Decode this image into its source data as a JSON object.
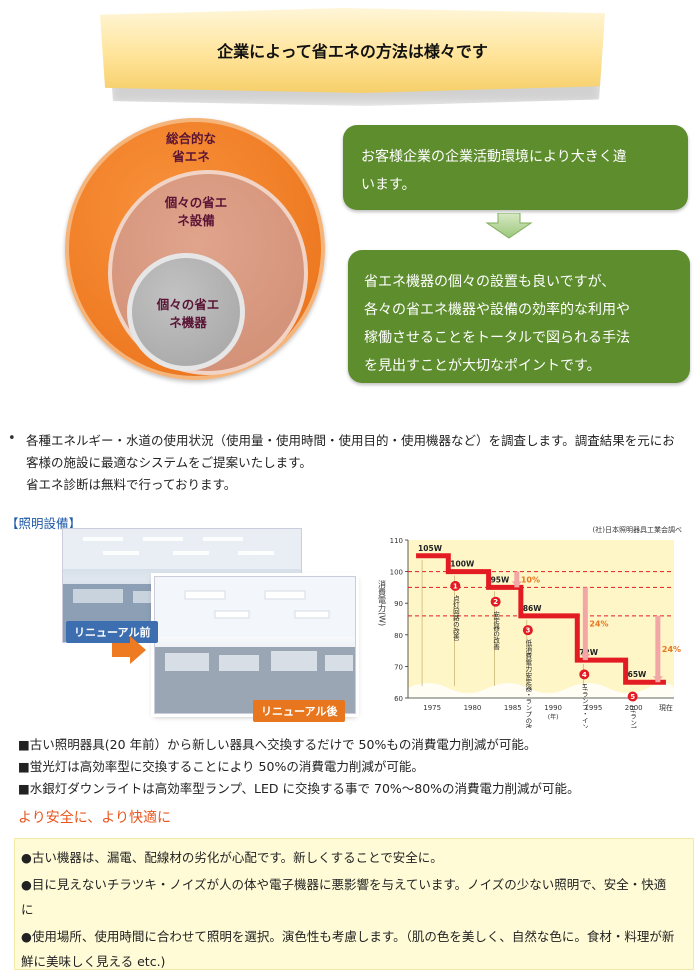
{
  "banner": {
    "title": "企業によって省エネの方法は様々です"
  },
  "circles": {
    "outer": "総合的な\n省エネ",
    "middle": "個々の省エ\nネ設備",
    "inner": "個々の省エ\nネ機器"
  },
  "boxes": {
    "top": "お客様企業の企業活動環境により大きく違\nいます。",
    "bottom": "省エネ機器の個々の設置も良いですが、\n各々の省エネ機器や設備の効率的な利用や\n稼働させることをトータルで図られる手法\nを見出すことが大切なポイントです。"
  },
  "survey": {
    "bullet": "•",
    "text": "各種エネルギー・水道の使用状況（使用量・使用時間・使用目的・使用機器など）を調査します。調査結果を元にお\n客様の施設に最適なシステムをご提案いたします。\n省エネ診断は無料で行っております。"
  },
  "section": {
    "title": "【照明設備】"
  },
  "photos": {
    "before_label": "リニューアル前",
    "after_label": "リニューアル後"
  },
  "chart_data": {
    "type": "bar",
    "source": "(社)日本照明器具工業会調べ",
    "ylabel": "消費電力(W)",
    "ylim": [
      60,
      110
    ],
    "yticks": [
      60,
      70,
      80,
      90,
      100,
      110
    ],
    "xticks": [
      "1975",
      "1980",
      "1985",
      "1990",
      "1995",
      "2000",
      "現在"
    ],
    "xunit": "(年)",
    "steps": [
      {
        "value": 105,
        "label": "105W",
        "from": 1973,
        "to": 1977
      },
      {
        "value": 100,
        "label": "100W",
        "from": 1977,
        "to": 1982
      },
      {
        "value": 95,
        "label": "95W",
        "from": 1982,
        "to": 1986
      },
      {
        "value": 86,
        "label": "86W",
        "from": 1986,
        "to": 1993
      },
      {
        "value": 72,
        "label": "72W",
        "from": 1993,
        "to": 1999
      },
      {
        "value": 65,
        "label": "65W",
        "from": 1999,
        "to": 2004
      }
    ],
    "annotations": [
      {
        "num": "1",
        "text": "点灯回路の改善"
      },
      {
        "num": "2",
        "text": "安定器の改善"
      },
      {
        "num": "3",
        "text": "低消費電力安定器・ランプの改善"
      },
      {
        "num": "4",
        "text": "Hfランプ・インバータの開発"
      },
      {
        "num": "5",
        "text": "Hfランプ・インバータの改善"
      }
    ],
    "reductions": [
      "10%",
      "24%",
      "24%"
    ]
  },
  "facts": [
    "■古い照明器具(20 年前）から新しい器具へ交換するだけで 50%もの消費電力削減が可能。",
    "■蛍光灯は高効率型に交換することにより 50%の消費電力削減が可能。",
    "■水銀灯ダウンライトは高効率型ランプ、LED に交換する事で 70%～80%の消費電力削減が可能。"
  ],
  "safety": {
    "title": "より安全に、より快適に",
    "items": [
      "●古い機器は、漏電、配線材の劣化が心配です。新しくすることで安全に。",
      "●目に見えないチラツキ・ノイズが人の体や電子機器に悪影響を与えています。ノイズの少ない照明で、安全・快適\nに",
      "●使用場所、使用時間に合わせて照明を選択。演色性も考慮します。（肌の色を美しく、自然な色に。食材・料理が新\n鮮に美味しく見える etc.)"
    ]
  },
  "colors": {
    "green": "#5e8d2e",
    "orange": "#ee7a22",
    "red": "#e31b23",
    "blue": "#1f5aa8"
  }
}
